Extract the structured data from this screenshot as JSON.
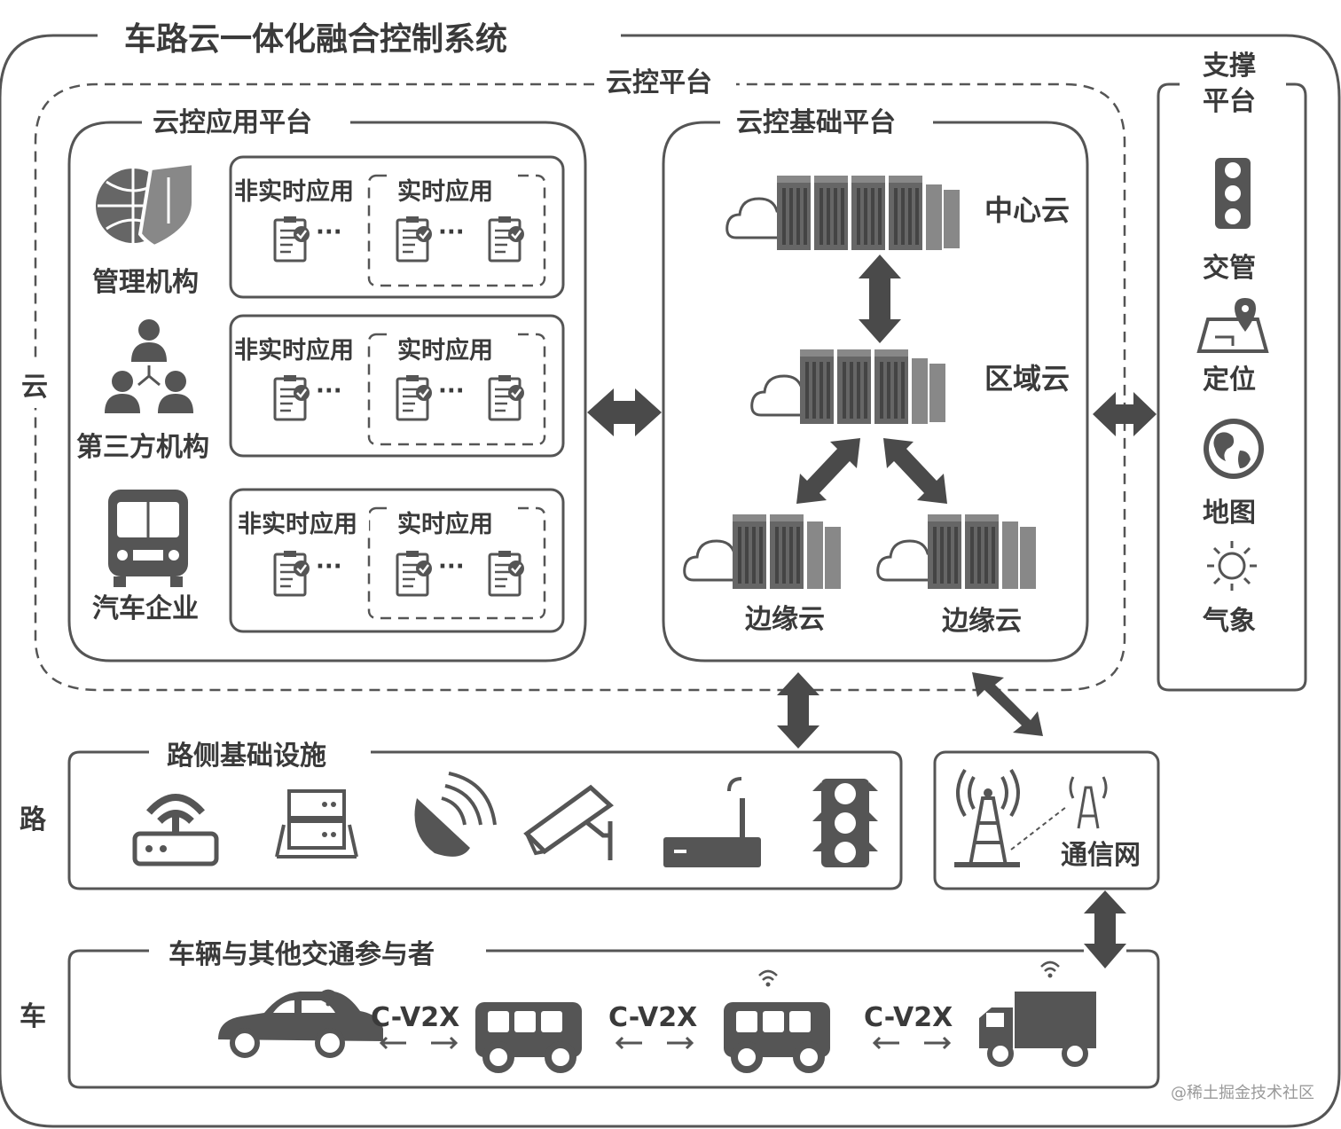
{
  "title": "车路云一体化融合控制系统",
  "cloud_control_platform": "云控平台",
  "layers": {
    "cloud": "云",
    "road": "路",
    "vehicle": "车"
  },
  "app_platform": {
    "title": "云控应用平台",
    "orgs": [
      "管理机构",
      "第三方机构",
      "汽车企业"
    ],
    "non_realtime": "非实时应用",
    "realtime": "实时应用",
    "ellipsis": "···"
  },
  "base_platform": {
    "title": "云控基础平台",
    "center": "中心云",
    "region": "区域云",
    "edge": [
      "边缘云",
      "边缘云"
    ]
  },
  "support_platform": {
    "title_line1": "支撑",
    "title_line2": "平台",
    "items": [
      "交管",
      "定位",
      "地图",
      "气象"
    ]
  },
  "roadside": {
    "title": "路侧基础设施"
  },
  "comm_network": "通信网",
  "vehicles": {
    "title": "车辆与其他交通参与者",
    "link_label": "C-V2X"
  },
  "watermark": "@稀土掘金技术社区"
}
